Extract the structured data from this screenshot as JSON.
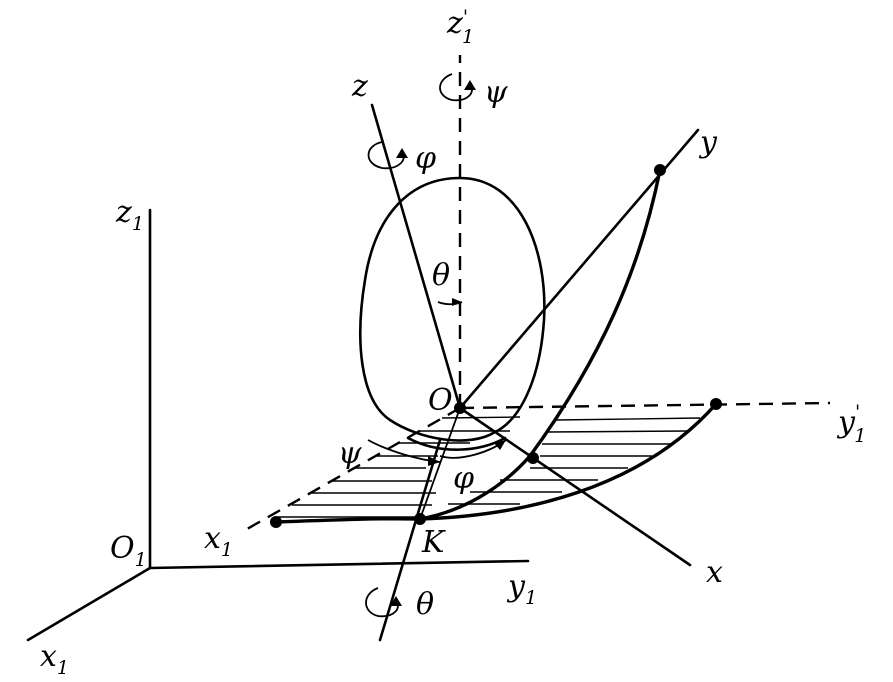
{
  "labels": {
    "z1_prime": {
      "main": "z",
      "sup": "'",
      "sub": "1"
    },
    "z1": {
      "main": "z",
      "sub": "1"
    },
    "x1_left": {
      "main": "x",
      "sub": "1"
    },
    "x1_bottom": {
      "main": "x",
      "sub": "1"
    },
    "y1": {
      "main": "y",
      "sub": "1"
    },
    "y1_prime": {
      "main": "y",
      "sup": "'",
      "sub": "1"
    },
    "O1": {
      "main": "O",
      "sub": "1"
    },
    "z": "z",
    "y": "y",
    "x": "x",
    "O": "O",
    "K": "K"
  },
  "angles": {
    "psi_top": "ψ",
    "phi_top": "φ",
    "theta_center": "θ",
    "psi_mid": "ψ",
    "phi_mid": "φ",
    "theta_bottom": "θ"
  }
}
